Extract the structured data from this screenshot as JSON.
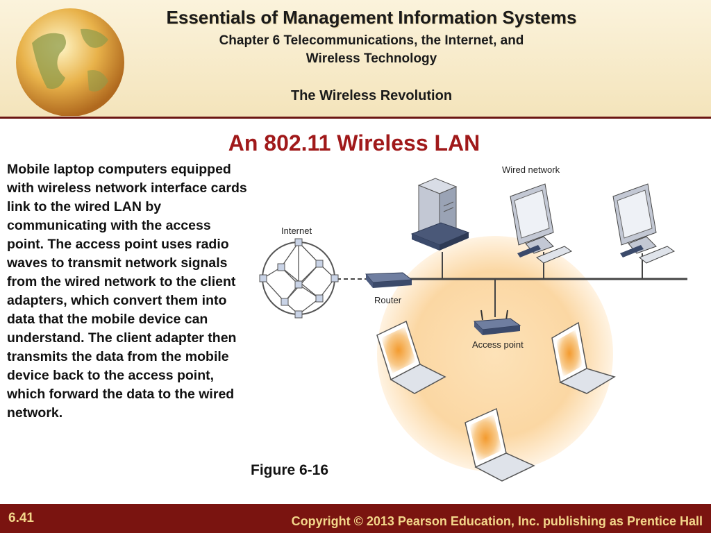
{
  "header": {
    "title": "Essentials of Management Information Systems",
    "chapter_line1": "Chapter 6 Telecommunications, the Internet, and",
    "chapter_line2": "Wireless Technology",
    "section": "The Wireless Revolution"
  },
  "slide": {
    "heading": "An 802.11 Wireless LAN",
    "body": "Mobile laptop computers equipped with wireless network interface cards link to the wired LAN by communicating with the access point. The access point uses radio waves to transmit network signals from the wired network to the client adapters, which convert them into data that the mobile device can understand. The client adapter then transmits the data from the mobile device back to the access point, which forward the data to the wired network.",
    "figure_label": "Figure 6-16"
  },
  "diagram": {
    "labels": {
      "wired_network": "Wired network",
      "internet": "Internet",
      "router": "Router",
      "access_point": "Access point"
    },
    "colors": {
      "glow": "#f5a94a",
      "device": "#3b4a6b",
      "line": "#444444"
    }
  },
  "footer": {
    "slide_number": "6.41",
    "copyright": "Copyright © 2013 Pearson Education, Inc. publishing as Prentice Hall"
  }
}
